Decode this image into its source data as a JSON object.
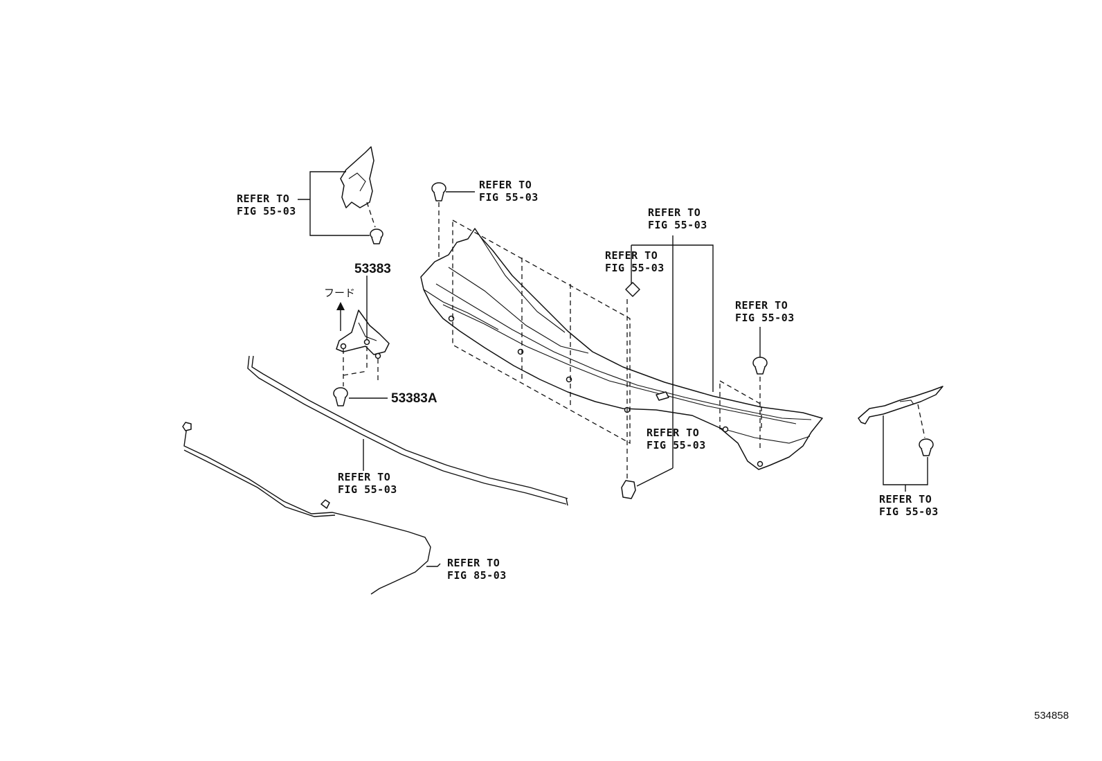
{
  "labels": {
    "refer_top_left": [
      "REFER TO",
      "FIG 55-03"
    ],
    "refer_top_clip": [
      "REFER TO",
      "FIG 55-03"
    ],
    "refer_center_top": [
      "REFER TO",
      "FIG 55-03"
    ],
    "refer_center_mid": [
      "REFER TO",
      "FIG 55-03"
    ],
    "refer_right_clip": [
      "REFER TO",
      "FIG 55-03"
    ],
    "refer_bottom_center": [
      "REFER TO",
      "FIG 55-03"
    ],
    "refer_seal": [
      "REFER TO",
      "FIG 55-03"
    ],
    "refer_hose": [
      "REFER TO",
      "FIG 85-03"
    ],
    "refer_far_right": [
      "REFER TO",
      "FIG 55-03"
    ]
  },
  "parts": {
    "bracket_part_number": "53383",
    "clip_part_number": "53383A",
    "direction_label": "フード"
  },
  "figure_id": "534858"
}
